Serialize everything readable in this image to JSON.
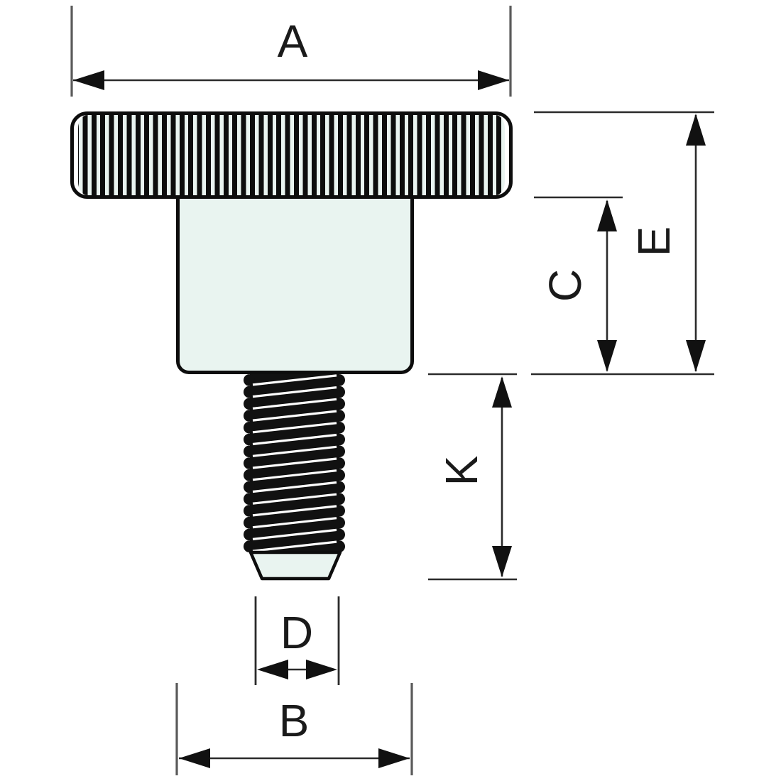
{
  "diagram": {
    "kind": "technical-drawing",
    "subject": "knurled thumb screw, side elevation",
    "labels": {
      "a": "A",
      "b": "B",
      "c": "C",
      "d": "D",
      "e": "E",
      "k": "K"
    },
    "colors": {
      "outline": "#0d0d0d",
      "part_fill": "#e9f4f0",
      "dimension_line": "#2b2b2b",
      "extension_line": "#5a5a5a",
      "thread_fill": "#111111",
      "thread_highlight": "#ffffff",
      "background": "#ffffff"
    }
  }
}
